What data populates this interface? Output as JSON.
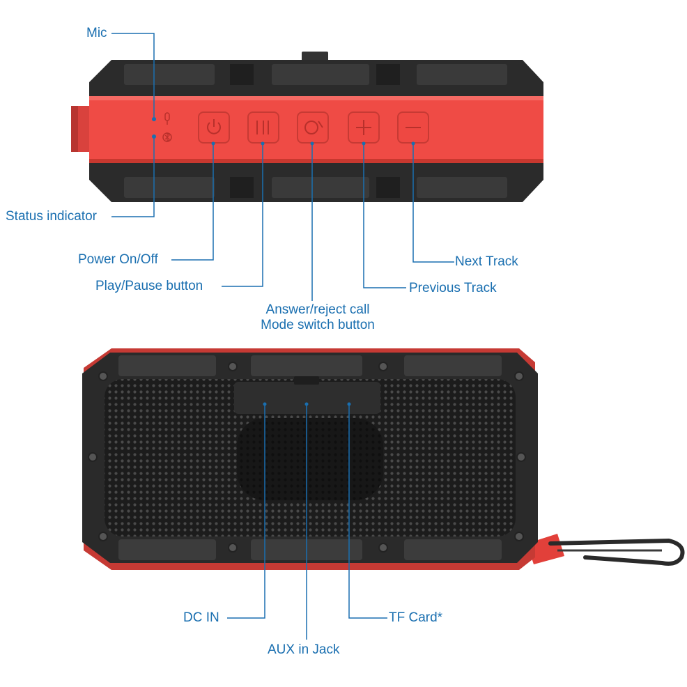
{
  "colors": {
    "accent_red": "#e8443f",
    "body_dark": "#2a2a2a",
    "leader_line": "#1a6fb0",
    "label_text": "#1a6fb0"
  },
  "top_view": {
    "buttons": [
      {
        "icon": "power-icon"
      },
      {
        "icon": "play-pause-icon"
      },
      {
        "icon": "phone-icon"
      },
      {
        "icon": "plus-icon"
      },
      {
        "icon": "minus-icon"
      }
    ],
    "indicators": [
      {
        "icon": "mic-icon"
      },
      {
        "icon": "bluetooth-icon"
      }
    ]
  },
  "labels": {
    "mic": "Mic",
    "status_indicator": "Status indicator",
    "power": "Power On/Off",
    "play_pause": "Play/Pause button",
    "answer_line1": "Answer/reject call",
    "answer_line2": "Mode switch button",
    "next_track": "Next Track",
    "previous_track": "Previous Track",
    "dc_in": "DC IN",
    "aux_in": "AUX in Jack",
    "tf_card": "TF Card*"
  }
}
